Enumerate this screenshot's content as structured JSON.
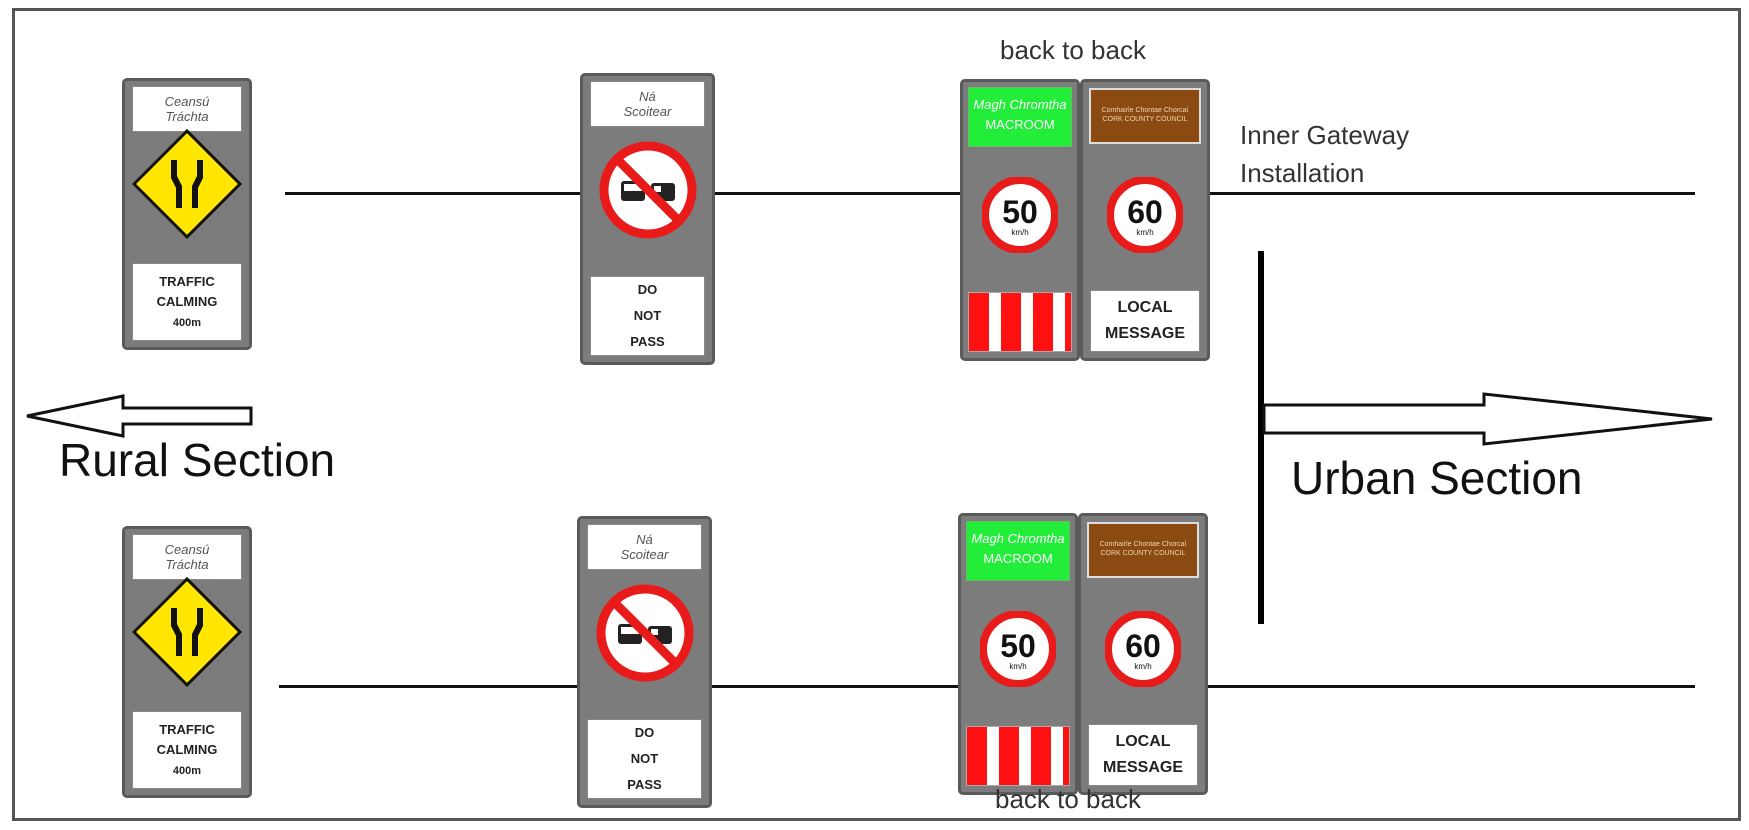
{
  "annotations": {
    "back_to_back_top": "back to back",
    "back_to_back_bottom": "back to back",
    "gateway_line1": "Inner Gateway",
    "gateway_line2": "Installation"
  },
  "sections": {
    "rural": "Rural Section",
    "urban": "Urban Section"
  },
  "traffic_calming_sign": {
    "irish_line1": "Ceansú",
    "irish_line2": "Tráchta",
    "english_line1": "TRAFFIC",
    "english_line2": "CALMING",
    "english_line3": "400m",
    "symbol": "road-narrows-icon"
  },
  "no_overtaking_sign": {
    "irish_line1": "Ná",
    "irish_line2": "Scoitear",
    "english_line1": "DO",
    "english_line2": "NOT",
    "english_line3": "PASS",
    "symbol": "no-overtaking-icon"
  },
  "town_sign": {
    "irish_name": "Magh Chromtha",
    "english_name": "MACROOM",
    "speed": "50",
    "unit": "km/h"
  },
  "council_sign": {
    "line1": "Comhairle Chontae Chorcaí",
    "line2": "CORK COUNTY COUNCIL",
    "speed": "60",
    "unit": "km/h",
    "message_line1": "LOCAL",
    "message_line2": "MESSAGE"
  },
  "colors": {
    "sign_grey": "#7c7c7c",
    "warning_yellow": "#ffe600",
    "town_green": "#22ee3a",
    "council_brown": "#8a4a12",
    "speed_red": "#e81a1a"
  }
}
